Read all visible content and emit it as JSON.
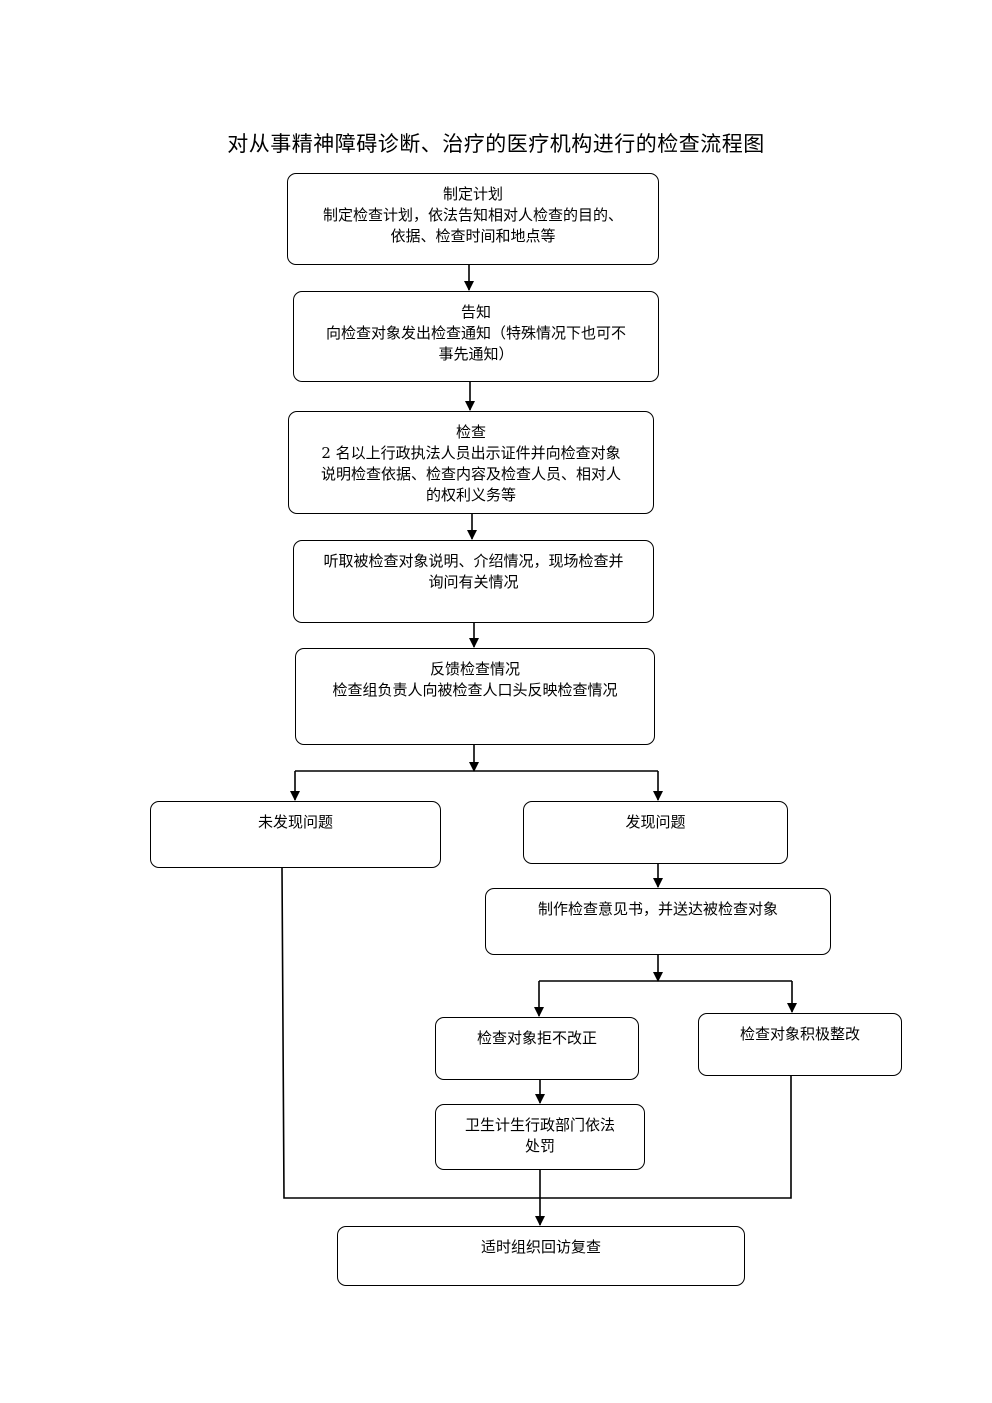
{
  "title": "对从事精神障碍诊断、治疗的医疗机构进行的检查流程图",
  "steps": {
    "plan": {
      "heading": "制定计划",
      "lines": [
        "制定检查计划，依法告知相对人检查的目的、",
        "依据、检查时间和地点等"
      ]
    },
    "notify": {
      "heading": "告知",
      "lines": [
        "向检查对象发出检查通知（特殊情况下也可不",
        "事先通知）"
      ]
    },
    "inspect": {
      "heading": "检查",
      "lines": [
        "2 名以上行政执法人员出示证件并向检查对象",
        "说明检查依据、检查内容及检查人员、相对人",
        "的权利义务等"
      ]
    },
    "listen": {
      "lines": [
        "听取被检查对象说明、介绍情况，现场检查并",
        "询问有关情况"
      ]
    },
    "feedback": {
      "heading": "反馈检查情况",
      "lines": [
        "检查组负责人向被检查人口头反映检查情况"
      ]
    },
    "no_problem": {
      "lines": [
        "未发现问题"
      ]
    },
    "problem": {
      "lines": [
        "发现问题"
      ]
    },
    "opinion": {
      "lines": [
        "制作检查意见书，并送达被检查对象"
      ]
    },
    "refuse": {
      "lines": [
        "检查对象拒不改正"
      ]
    },
    "rectify": {
      "lines": [
        "检查对象积极整改"
      ]
    },
    "penalty": {
      "lines": [
        "卫生计生行政部门依法",
        "处罚"
      ]
    },
    "recheck": {
      "lines": [
        "适时组织回访复查"
      ]
    }
  }
}
